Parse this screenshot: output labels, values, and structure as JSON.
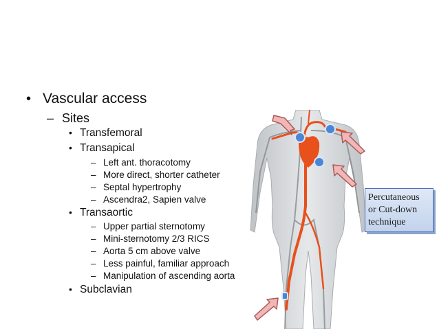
{
  "slide": {
    "level1": {
      "marker": "•",
      "text": "Vascular access"
    },
    "level2": {
      "marker": "–",
      "text": "Sites"
    },
    "sites": [
      {
        "marker": "•",
        "text": "Transfemoral"
      },
      {
        "marker": "•",
        "text": "Transapical",
        "details": [
          {
            "marker": "–",
            "text": "Left ant. thoracotomy"
          },
          {
            "marker": "–",
            "text": "More direct, shorter catheter"
          },
          {
            "marker": "–",
            "text": "Septal hypertrophy"
          },
          {
            "marker": "–",
            "text": "Ascendra2, Sapien valve"
          }
        ]
      },
      {
        "marker": "•",
        "text": "Transaortic",
        "details": [
          {
            "marker": "–",
            "text": "Upper partial sternotomy"
          },
          {
            "marker": "–",
            "text": "Mini-sternotomy 2/3 RICS"
          },
          {
            "marker": "–",
            "text": "Aorta 5 cm above valve"
          },
          {
            "marker": "–",
            "text": "Less painful, familiar approach"
          },
          {
            "marker": "–",
            "text": "Manipulation of ascending aorta"
          }
        ]
      },
      {
        "marker": "•",
        "text": "Subclavian"
      }
    ]
  },
  "callout": {
    "lines": [
      "Percutaneous",
      "or Cut-down",
      "technique"
    ]
  },
  "colors": {
    "artery": "#e8501c",
    "access_point": "#4a86d6",
    "arrow_fill": "#f3b6b6",
    "arrow_stroke": "#a85a5a",
    "callout_border": "#4a6fb5"
  }
}
